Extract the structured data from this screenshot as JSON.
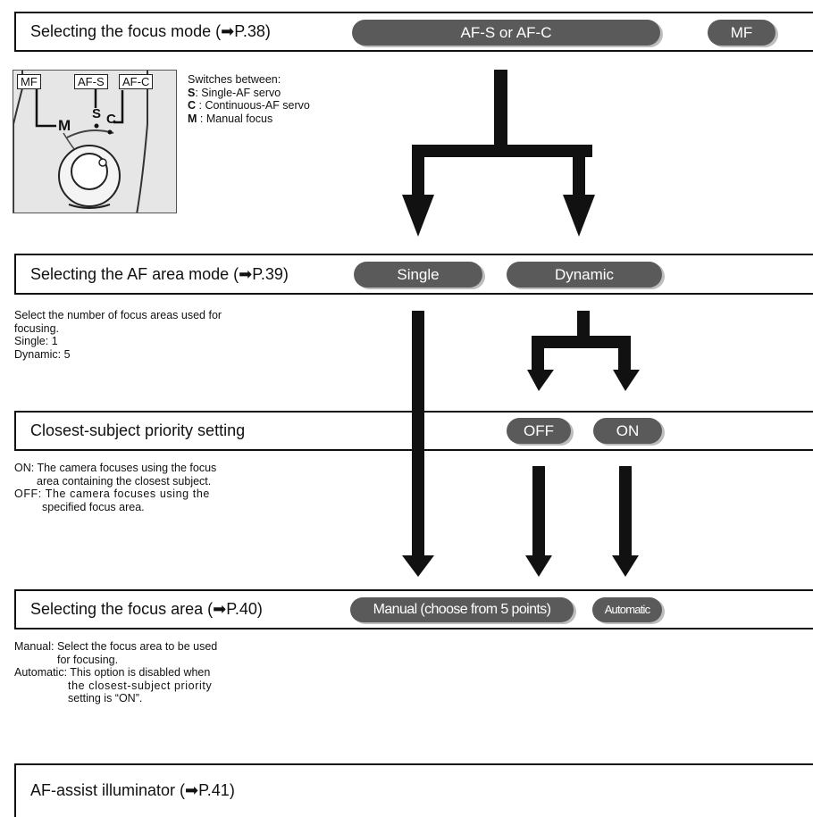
{
  "section1": {
    "title": "Selecting the focus mode (➡P.38)",
    "options": [
      "AF-S or AF-C",
      "MF"
    ],
    "desc_intro": "Switches between:",
    "desc_items": [
      {
        "key": "S",
        "text": ": Single-AF servo"
      },
      {
        "key": "C",
        "text": " : Continuous-AF servo"
      },
      {
        "key": "M",
        "text": " : Manual focus"
      }
    ],
    "camera_labels": {
      "mf": "MF",
      "afs": "AF-S",
      "afc": "AF-C",
      "s": "S",
      "c": "C",
      "m": "M"
    }
  },
  "section2": {
    "title": "Selecting the AF area mode (➡P.39)",
    "options": [
      "Single",
      "Dynamic"
    ],
    "desc_lines": [
      "Select the number of focus areas used for",
      "focusing.",
      "Single: 1",
      "Dynamic: 5"
    ]
  },
  "section3": {
    "title": "Closest-subject priority setting",
    "options": [
      "OFF",
      "ON"
    ],
    "desc_lines": [
      "ON: The camera focuses using the focus",
      "area containing the closest subject.",
      "OFF: The camera focuses using the",
      "specified focus area."
    ]
  },
  "section4": {
    "title": "Selecting the focus area (➡P.40)",
    "options": [
      "Manual (choose from 5 points)",
      "Automatic"
    ],
    "desc_lines": [
      "Manual: Select the focus area to be used",
      "for focusing.",
      "Automatic: This option is disabled when",
      "the closest-subject priority",
      "setting is “ON”."
    ]
  },
  "section5": {
    "title": "AF-assist illuminator (➡P.41)"
  }
}
